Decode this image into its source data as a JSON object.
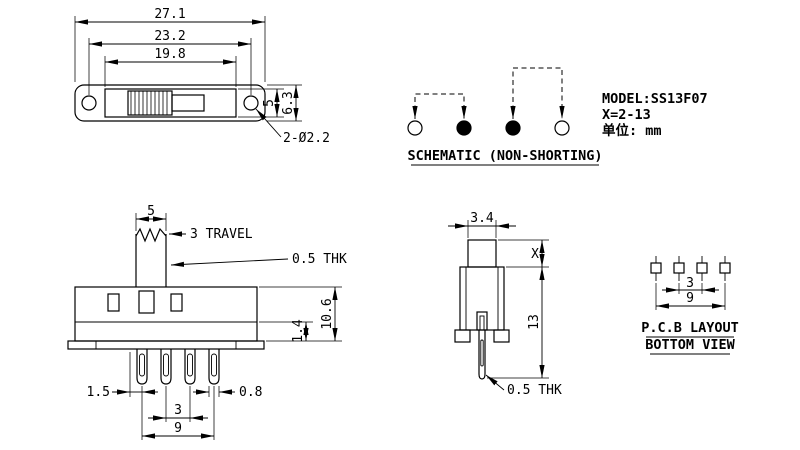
{
  "meta": {
    "model": "MODEL:SS13F07",
    "x_range": "X=2-13",
    "unit_label": "单位: mm"
  },
  "top_view": {
    "dims": {
      "overall_w": "27.1",
      "hole_span": "23.2",
      "slot_w": "19.8",
      "slot_h": "5",
      "body_h": "6.3",
      "hole_callout": "2-Ø2.2"
    }
  },
  "schematic": {
    "title": "SCHEMATIC (NON-SHORTING)"
  },
  "front_view": {
    "dims": {
      "knob_w": "5",
      "travel": "3 TRAVEL",
      "cover_thk": "0.5 THK",
      "body_h": "10.6",
      "base_h": "1.4",
      "pin_offset": "1.5",
      "pin_pitch": "3",
      "pin_span": "9",
      "pin_w": "0.8"
    }
  },
  "side_view": {
    "dims": {
      "knob_d": "3.4",
      "knob_h": "X",
      "body_pin_h": "13",
      "pin_thk": "0.5 THK"
    }
  },
  "pcb_view": {
    "title_line1": "P.C.B LAYOUT",
    "title_line2": "BOTTOM VIEW",
    "dims": {
      "pad_pitch": "3",
      "pad_span": "9"
    }
  }
}
